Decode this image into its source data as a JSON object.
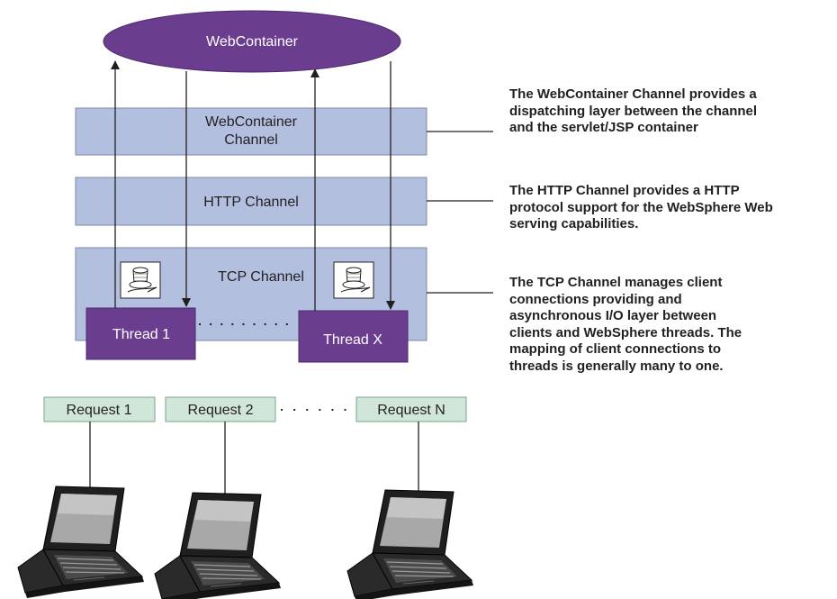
{
  "colors": {
    "purple": "#6a3d8f",
    "purple_border": "#4b2a6a",
    "channel_fill": "#b3bfdf",
    "channel_border": "#7f8aa6",
    "request_fill": "#cfe6d8",
    "request_border": "#7aa48c",
    "line": "#231f20"
  },
  "container": {
    "label": "WebContainer"
  },
  "layers": {
    "webcontainer": {
      "label_line1": "WebContainer",
      "label_line2": "Channel"
    },
    "http": {
      "label": "HTTP Channel"
    },
    "tcp": {
      "label": "TCP Channel"
    }
  },
  "threads": [
    {
      "label": "Thread 1"
    },
    {
      "label": "Thread X"
    }
  ],
  "requests": [
    {
      "label": "Request 1"
    },
    {
      "label": "Request 2"
    },
    {
      "label": "Request N"
    }
  ],
  "descriptions": {
    "webcontainer": [
      "The WebContainer Channel provides a",
      "dispatching layer between the channel",
      "and the servlet/JSP container"
    ],
    "http": [
      "The HTTP Channel provides a HTTP",
      "protocol support for the WebSphere Web",
      "serving capabilities."
    ],
    "tcp": [
      "The TCP Channel manages client",
      "connections providing and",
      "asynchronous I/O layer between",
      "clients and WebSphere threads. The",
      "mapping of client connections to",
      "threads is generally many to one."
    ]
  },
  "icons": {
    "spool": "thread-spool-icon",
    "laptop": "laptop-icon"
  }
}
